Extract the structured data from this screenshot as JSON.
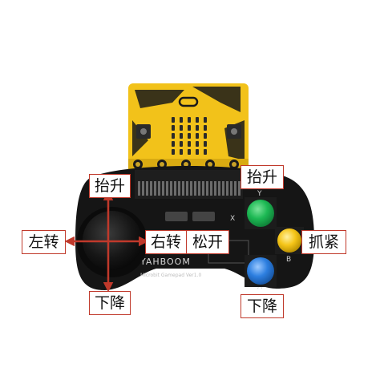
{
  "board": {
    "brand_text": "YAHBOOM",
    "model_text": "Microbit Gamepad Ver1.0",
    "button_letters": {
      "x": "X",
      "y": "Y",
      "a": "A",
      "b": "B"
    }
  },
  "joystick_labels": {
    "up": "抬升",
    "down": "下降",
    "left": "左转",
    "right": "右转"
  },
  "button_labels": {
    "up": "抬升",
    "down": "下降",
    "left": "松开",
    "right": "抓紧"
  },
  "colors": {
    "accent_red": "#c0392b",
    "board": "#151515",
    "microbit_yellow": "#f2c21a",
    "button_green": "#1db954",
    "button_yellow": "#f5c518",
    "button_blue": "#2d7fe0"
  },
  "icons": {
    "joystick": "joystick-icon",
    "led": "led-grid-icon",
    "arrows": "double-arrow-icon"
  }
}
